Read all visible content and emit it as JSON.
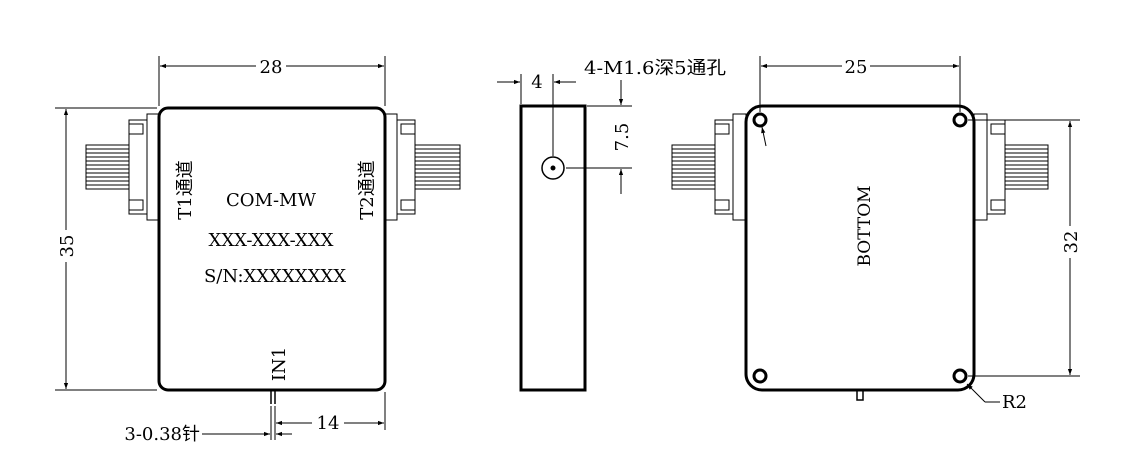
{
  "front_view": {
    "width_dim": "28",
    "height_dim": "35",
    "pin_offset_dim": "14",
    "pin_note": "3-0.38针",
    "port_left_label": "T1通道",
    "port_right_label": "T2通道",
    "port_bottom_label": "IN1",
    "brand": "COM-MW",
    "part_number": "XXX-XXX-XXX",
    "serial": "S/N:XXXXXXXX"
  },
  "side_view": {
    "offset_dim": "4",
    "height_dim": "7.5"
  },
  "bottom_view": {
    "width_dim": "25",
    "height_dim": "32",
    "hole_note": "4-M1.6深5通孔",
    "label": "BOTTOM",
    "radius_note": "R2"
  }
}
